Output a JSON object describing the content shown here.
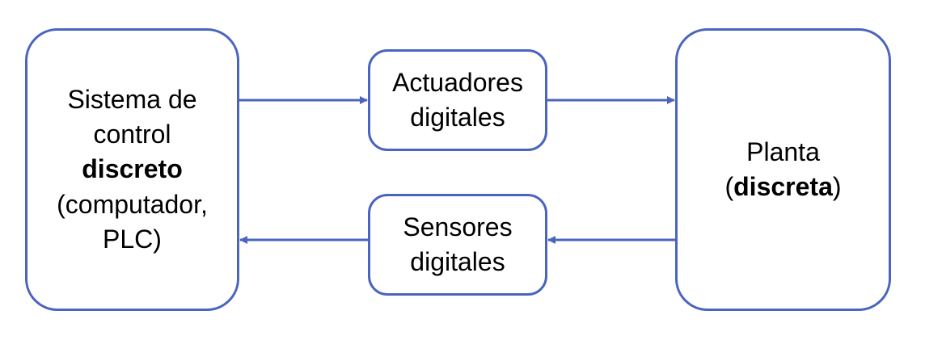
{
  "colors": {
    "stroke": "#4a64bf",
    "background": "#ffffff",
    "text": "#000000"
  },
  "controller": {
    "line1": "Sistema de",
    "line2": "control",
    "line3_bold": "discreto",
    "line4": "(computador,",
    "line5": "PLC)"
  },
  "actuators": {
    "line1": "Actuadores",
    "line2": "digitales"
  },
  "sensors": {
    "line1": "Sensores",
    "line2": "digitales"
  },
  "plant": {
    "line1": "Planta",
    "line2_open": "(",
    "line2_bold": "discreta",
    "line2_close": ")"
  }
}
